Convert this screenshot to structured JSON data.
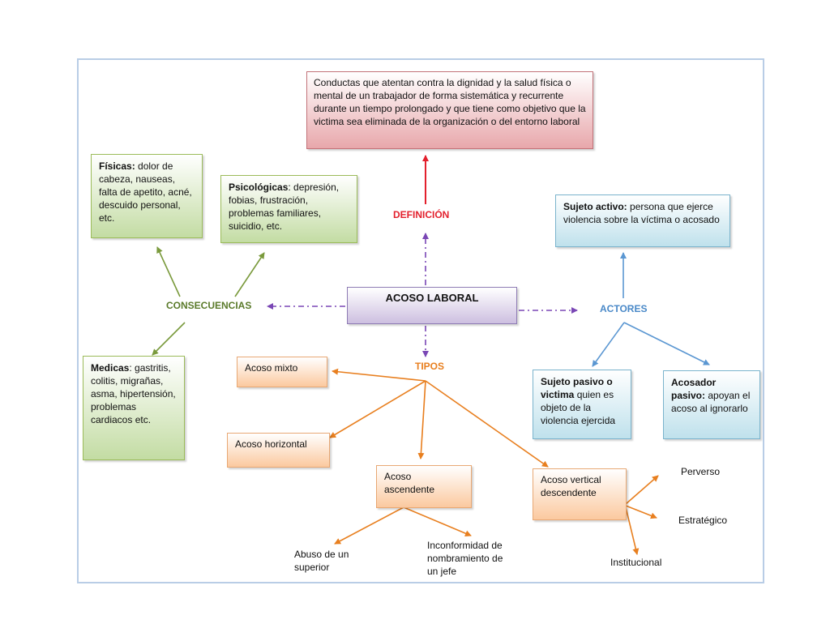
{
  "center": "ACOSO LABORAL",
  "hubs": {
    "definicion": "DEFINICIÓN",
    "consecuencias": "CONSECUENCIAS",
    "actores": "ACTORES",
    "tipos": "TIPOS"
  },
  "definition_text": "Conductas que atentan contra la dignidad y la salud física o mental de un trabajador de forma sistemática y recurrente durante un tiempo prolongado y que tiene como objetivo que la victima sea eliminada de la organización o del entorno laboral",
  "consequences": {
    "fisicas": {
      "title": "Físicas:",
      "text": " dolor de cabeza, nauseas, falta de apetito, acné, descuido personal, etc."
    },
    "psicologicas": {
      "title": "Psicológicas",
      "text": ": depresión, fobias,  frustración, problemas familiares, suicidio, etc."
    },
    "medicas": {
      "title": "Medicas",
      "text": ": gastritis, colitis, migrañas, asma, hipertensión, problemas cardiacos etc."
    }
  },
  "actors": {
    "activo": {
      "title": "Sujeto activo:",
      "text": " persona que ejerce violencia sobre la víctima o acosado"
    },
    "pasivo": {
      "title": "Sujeto pasivo o victima",
      "text": " quien es objeto de la violencia ejercida"
    },
    "acosador_pasivo": {
      "title": "Acosador pasivo:",
      "text": " apoyan el acoso al ignorarlo"
    }
  },
  "types": {
    "mixto": "Acoso mixto",
    "horizontal": "Acoso horizontal",
    "ascendente": "Acoso ascendente",
    "vertical": "Acoso vertical descendente"
  },
  "ascendente_sub": {
    "abuso": "Abuso de un superior",
    "inconformidad": "Inconformidad de nombramiento de un jefe"
  },
  "vertical_sub": {
    "perverso": "Perverso",
    "estrategico": "Estratégico",
    "institucional": "Institucional"
  },
  "colors": {
    "definition": "#e3202d",
    "consequences": "#5a7a2a",
    "actors": "#4a89c8",
    "types": "#e87f1f",
    "center_links": "#7a47b5"
  }
}
